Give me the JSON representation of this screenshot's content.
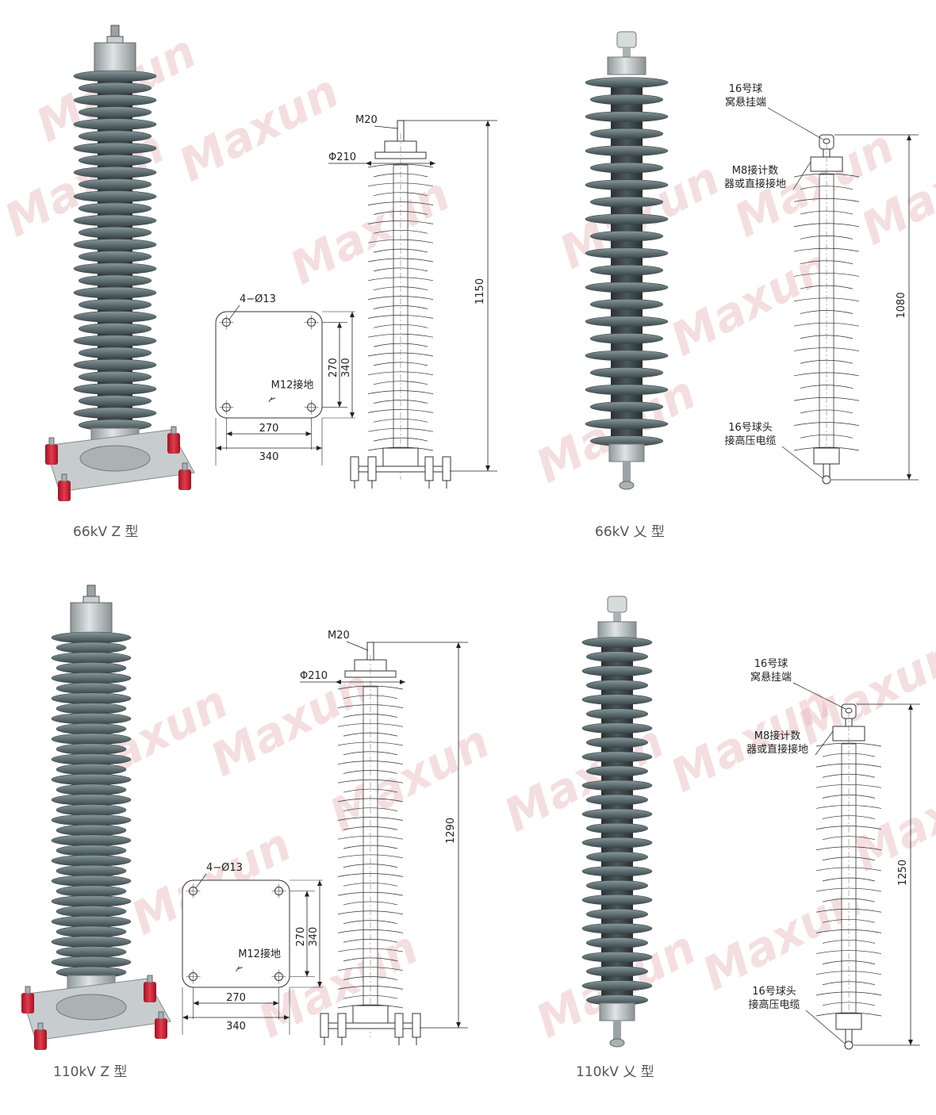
{
  "watermark": {
    "text": "Maxun",
    "color": "#e7b8bc"
  },
  "colors": {
    "shed": "#5f6f72",
    "shed_dark": "#3b4548",
    "metal": "#b9c1c3",
    "red": "#d8263a",
    "line": "#222222"
  },
  "panels": [
    {
      "id": "z66",
      "caption": "66kV Z 型",
      "shed_count": 30,
      "labels": {
        "stud": "M20",
        "diameter": "Φ210",
        "height": "1150",
        "holes": "4−Ø13",
        "ground": "M12接地",
        "inner_w": "270",
        "outer_w": "340",
        "inner_h": "270",
        "outer_h": "340"
      }
    },
    {
      "id": "y66",
      "caption": "66kV 乂 型",
      "shed_count": 22,
      "labels": {
        "top_terminal_1": "16号球",
        "top_terminal_2": "窝悬挂端",
        "counter_1": "M8接计数",
        "counter_2": "器或直接接地",
        "height": "1080",
        "bottom_terminal_1": "16号球头",
        "bottom_terminal_2": "接高压电缆"
      }
    },
    {
      "id": "z110",
      "caption": "110kV Z 型",
      "shed_count": 34,
      "labels": {
        "stud": "M20",
        "diameter": "Φ210",
        "height": "1290",
        "holes": "4−Ø13",
        "ground": "M12接地",
        "inner_w": "270",
        "outer_w": "340",
        "inner_h": "270",
        "outer_h": "340"
      }
    },
    {
      "id": "y110",
      "caption": "110kV 乂 型",
      "shed_count": 26,
      "labels": {
        "top_terminal_1": "16号球",
        "top_terminal_2": "窝悬挂端",
        "counter_1": "M8接计数",
        "counter_2": "器或直接接地",
        "height": "1250",
        "bottom_terminal_1": "16号球头",
        "bottom_terminal_2": "接高压电缆"
      }
    }
  ]
}
